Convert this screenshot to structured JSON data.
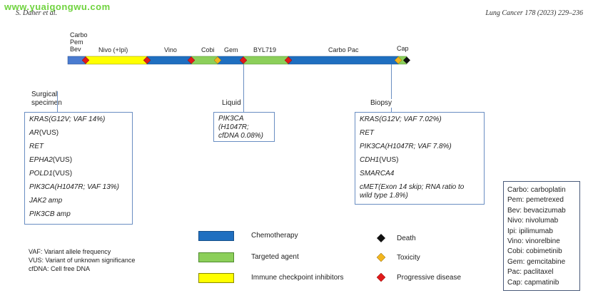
{
  "header": {
    "watermark": "www.yuaigongwu.com",
    "author": "S. Daher et al.",
    "journal": "Lung Cancer 178 (2023) 229–236"
  },
  "timeline": {
    "labels": {
      "carbo_stack": [
        "Carbo",
        "Pem",
        "Bev"
      ],
      "nivo": "Nivo (+Ipi)",
      "vino": "Vino",
      "cobi": "Cobi",
      "gem": "Gem",
      "byl": "BYL719",
      "carbo_pac": "Carbo Pac",
      "cap": "Cap"
    },
    "colors": {
      "chemo": "#1f6fc0",
      "targeted": "#8ccf5a",
      "immune": "#ffff00",
      "progressive": "#e01a1a",
      "toxicity": "#f2b51e",
      "death": "#111111"
    }
  },
  "samples": {
    "surgical": {
      "label": [
        "Surgical",
        "specimen"
      ],
      "lines": [
        {
          "italic": "KRAS(G12V; VAF 14%)",
          "plain": ""
        },
        {
          "italic": "AR",
          "plain": "(VUS)"
        },
        {
          "italic": "RET",
          "plain": ""
        },
        {
          "italic": "EPHA2",
          "plain": "(VUS)"
        },
        {
          "italic": "POLD1",
          "plain": "(VUS)"
        },
        {
          "italic": "PIK3CA(H1047R; VAF 13%)",
          "plain": ""
        },
        {
          "italic": "JAK2 amp",
          "plain": ""
        },
        {
          "italic": "PIK3CB amp",
          "plain": ""
        }
      ]
    },
    "liquid": {
      "label": "Liquid",
      "lines": [
        {
          "italic": "PIK3CA",
          "plain": ""
        },
        {
          "italic": "(H1047R;",
          "plain": ""
        },
        {
          "italic": "cfDNA 0.08%)",
          "plain": ""
        }
      ]
    },
    "biopsy": {
      "label": "Biopsy",
      "lines": [
        {
          "italic": "KRAS(G12V; VAF 7.02%)",
          "plain": ""
        },
        {
          "italic": "RET",
          "plain": ""
        },
        {
          "italic": "PIK3CA(H1047R; VAF 7.8%)",
          "plain": ""
        },
        {
          "italic": "CDH1",
          "plain": "(VUS)"
        },
        {
          "italic": "SMARCA4",
          "plain": ""
        },
        {
          "italic": "cMET(Exon 14 skip; RNA ratio to",
          "plain": ""
        },
        {
          "italic": "wild type 1.8%)",
          "plain": ""
        }
      ]
    }
  },
  "legend": {
    "chemo": "Chemotherapy",
    "targeted": "Targeted agent",
    "immune": "Immune checkpoint inhibitors",
    "death": "Death",
    "toxicity": "Toxicity",
    "progressive": "Progressive disease"
  },
  "footnotes": [
    "VAF: Variant allele frequency",
    "VUS: Variant of unknown significance",
    "cfDNA: Cell free DNA"
  ],
  "abbreviations": [
    "Carbo: carboplatin",
    "Pem: pemetrexed",
    "Bev: bevacizumab",
    "Nivo: nivolumab",
    "Ipi: ipilimumab",
    "Vino: vinorelbine",
    "Cobi: cobimetinib",
    "Gem: gemcitabine",
    "Pac: paclitaxel",
    "Cap: capmatinib"
  ]
}
